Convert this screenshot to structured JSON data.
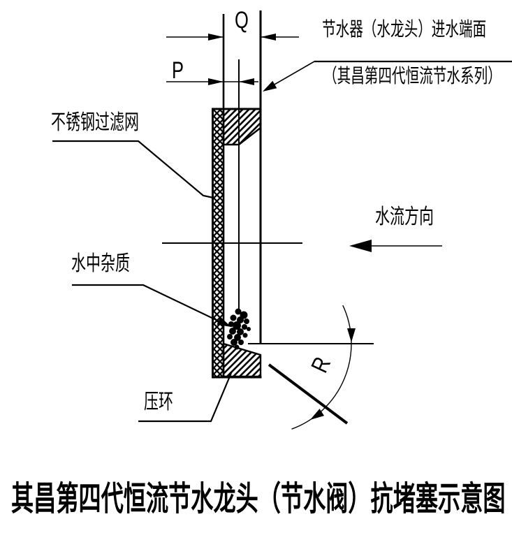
{
  "diagram": {
    "title": "其昌第四代恒流节水龙头（节水阀）抗堵塞示意图",
    "labels": {
      "inlet_face_line1": "节水器（水龙头）进水端面",
      "inlet_face_line2": "（其昌第四代恒流节水系列）",
      "filter_mesh": "不锈钢过滤网",
      "impurities": "水中杂质",
      "pressure_ring": "压环",
      "flow_direction": "水流方向"
    },
    "dimensions": {
      "q": "Q",
      "p": "P",
      "r": "R"
    },
    "colors": {
      "ink": "#000000",
      "background": "#ffffff"
    },
    "parts": {
      "mesh_pattern": "diamond-chainlink-hatch",
      "cap_and_ring_pattern": "45deg-diagonal-hatch"
    }
  }
}
